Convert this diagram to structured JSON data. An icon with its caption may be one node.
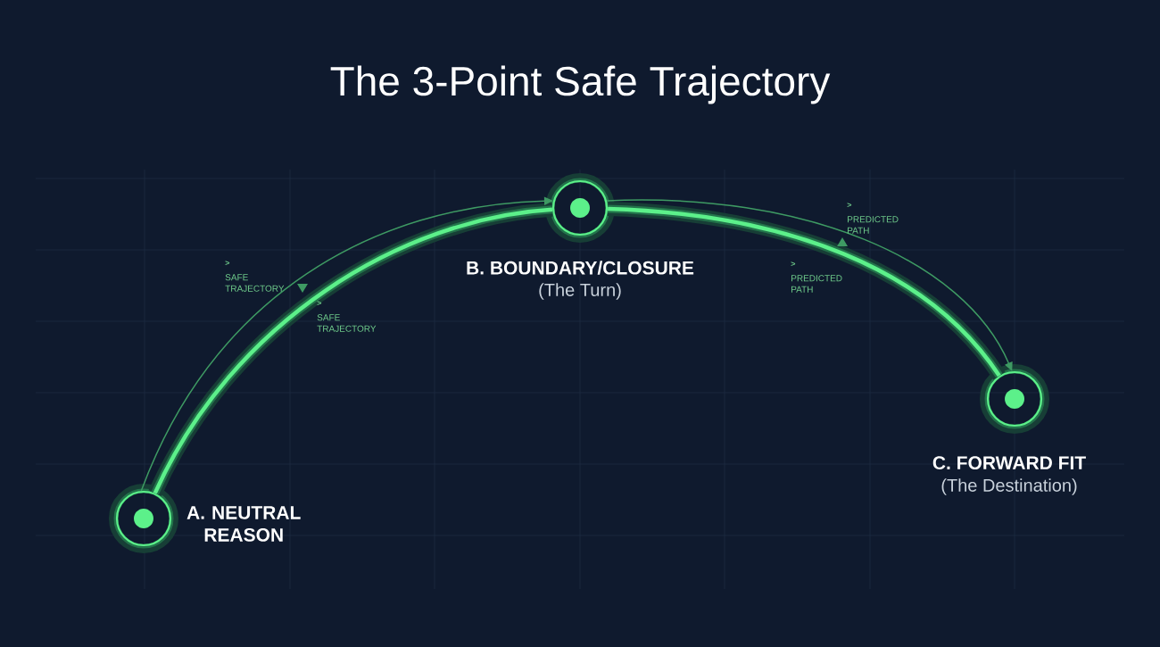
{
  "diagram": {
    "title": "The 3-Point Safe Trajectory",
    "nodes": [
      {
        "text": [
          "A. NEUTRAL REASON"
        ]
      },
      {
        "text": [
          "B. BOUNDARY/CLOSURE",
          "(The Turn)"
        ]
      },
      {
        "text": [
          "C. FORWARD FIT",
          "(The Destination)"
        ]
      }
    ],
    "edges": [
      {
        "from": 0,
        "to": 1,
        "arrow": "none",
        "style": "thick"
      },
      {
        "from": 1,
        "to": 2,
        "arrow": "none",
        "style": "thick"
      },
      {
        "from": 0,
        "to": 1,
        "arrow": "to",
        "color": "#3e9a63"
      },
      {
        "from": 1,
        "to": 2,
        "arrow": "to",
        "color": "#3e9a63"
      }
    ],
    "labels": [
      ">",
      "SAFE TRAJECTORY",
      ">",
      "SAFE TRAJECTORY",
      ">",
      "PREDICTED PATH",
      ">",
      "PREDICTED PATH"
    ]
  }
}
